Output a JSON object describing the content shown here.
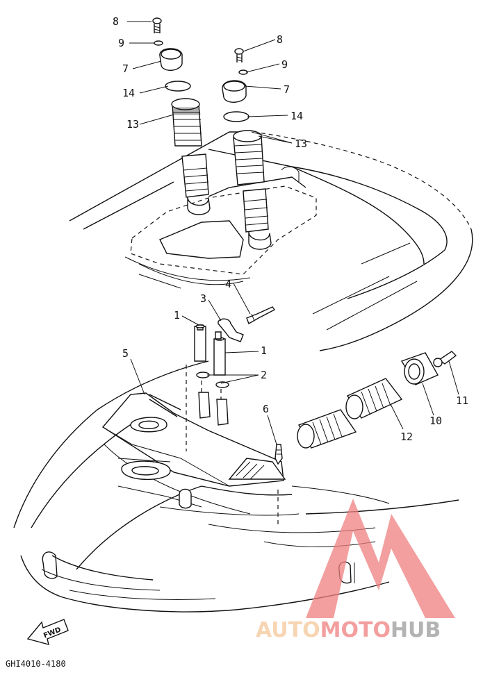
{
  "callouts": [
    {
      "id": "c8a",
      "label": "8"
    },
    {
      "id": "c9a",
      "label": "9"
    },
    {
      "id": "c7a",
      "label": "7"
    },
    {
      "id": "c14a",
      "label": "14"
    },
    {
      "id": "c13a",
      "label": "13"
    },
    {
      "id": "c8b",
      "label": "8"
    },
    {
      "id": "c9b",
      "label": "9"
    },
    {
      "id": "c7b",
      "label": "7"
    },
    {
      "id": "c14b",
      "label": "14"
    },
    {
      "id": "c13b",
      "label": "13"
    },
    {
      "id": "c4",
      "label": "4"
    },
    {
      "id": "c3",
      "label": "3"
    },
    {
      "id": "c1a",
      "label": "1"
    },
    {
      "id": "c1b",
      "label": "1"
    },
    {
      "id": "c2",
      "label": "2"
    },
    {
      "id": "c5",
      "label": "5"
    },
    {
      "id": "c6",
      "label": "6"
    },
    {
      "id": "c12",
      "label": "12"
    },
    {
      "id": "c10",
      "label": "10"
    },
    {
      "id": "c11",
      "label": "11"
    }
  ],
  "fwd_label": "FWD",
  "diagram_code": "GHI4010-4180",
  "watermark": {
    "part1": "AUTO",
    "part2": "MOTO",
    "part3": "HUB",
    "color1": "#f5c89a",
    "color2": "#f08080",
    "color3": "#9a9a9a"
  }
}
